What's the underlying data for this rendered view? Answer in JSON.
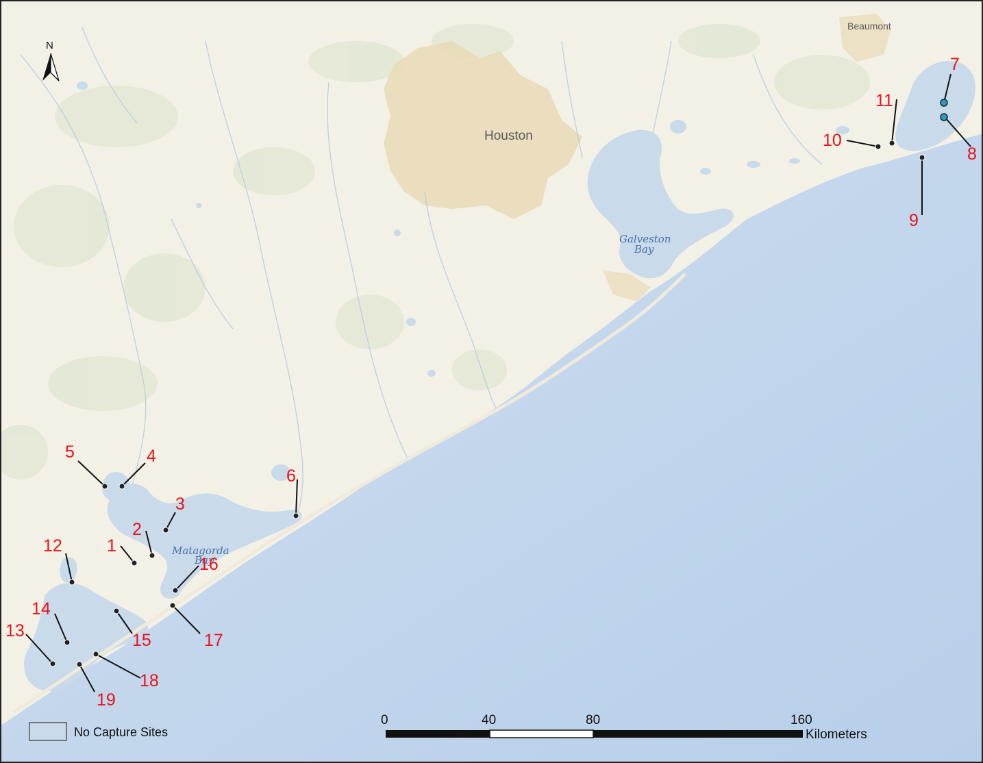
{
  "map": {
    "places": {
      "houston": "Houston",
      "beaumont": "Beaumont"
    },
    "water": {
      "galveston_line1": "Galveston",
      "galveston_line2": "Bay",
      "matagorda_line1": "Matagorda",
      "matagorda_line2": "Bay"
    },
    "north_label": "N",
    "sites": [
      "1",
      "2",
      "3",
      "4",
      "5",
      "6",
      "7",
      "8",
      "9",
      "10",
      "11",
      "12",
      "13",
      "14",
      "15",
      "16",
      "17",
      "18",
      "19"
    ],
    "colors": {
      "land": "#f3f0e6",
      "water": "#c9daea",
      "gulf": "#bcd3ec",
      "urban": "#e7d9b6",
      "label": "#e8131b",
      "capture_marker": "#2a9ac9"
    }
  },
  "scale_bar": {
    "ticks": [
      "0",
      "40",
      "80",
      "160"
    ],
    "unit": "Kilometers"
  },
  "legend": {
    "label": "No Capture Sites"
  }
}
